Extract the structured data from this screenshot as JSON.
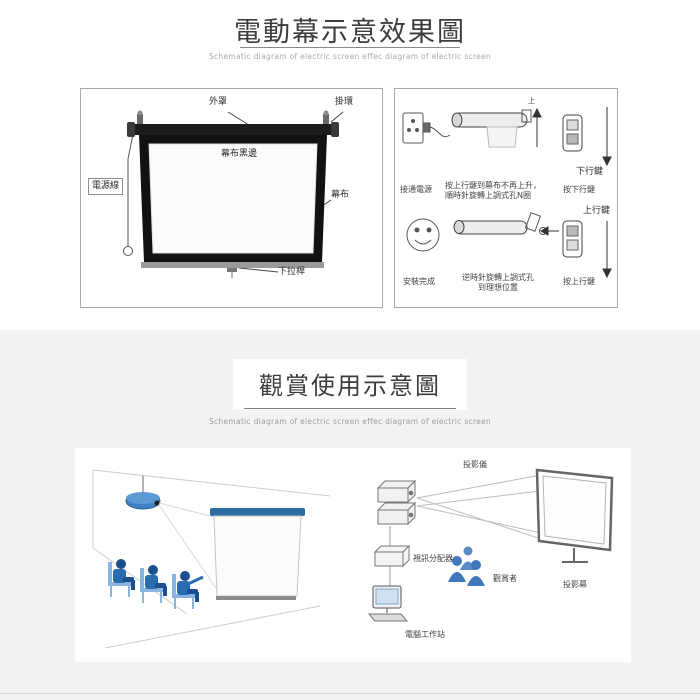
{
  "header": {
    "title": "電動幕示意效果圖",
    "subtitle": "Schematic diagram of electric screen effec diagram of electric screen"
  },
  "screen_diagram": {
    "outer_cover": "外罩",
    "hanging_ring": "掛環",
    "black_edge": "幕布黑邊",
    "power_cord": "電源線",
    "fabric": "幕布",
    "pull_bar": "下拉桿"
  },
  "install_guide": {
    "up_mark": "上",
    "down_key": "下行鍵",
    "up_key": "上行鍵",
    "step1": "接通電源",
    "step2_line1": "按上行鍵到幕布不再上升，",
    "step2_line2": "順時針旋轉上調式孔N圈",
    "step3": "按下行鍵",
    "step4": "安裝完成",
    "step5_line1": "逆時針旋轉上調式孔",
    "step5_line2": "到理想位置",
    "step6": "按上行鍵"
  },
  "usage": {
    "title": "觀賞使用示意圖",
    "subtitle": "Schematic diagram of electric screen effec diagram of electric screen",
    "projector": "投影儀",
    "video_splitter": "視訊分配器",
    "workstation": "電腦工作站",
    "viewers": "觀賞者",
    "screen": "投影幕"
  },
  "colors": {
    "accent_blue": "#2f6db5",
    "dark_blue": "#1d4f8f",
    "line_gray": "#8a8a8a",
    "band_gray": "#f3f3f3"
  }
}
